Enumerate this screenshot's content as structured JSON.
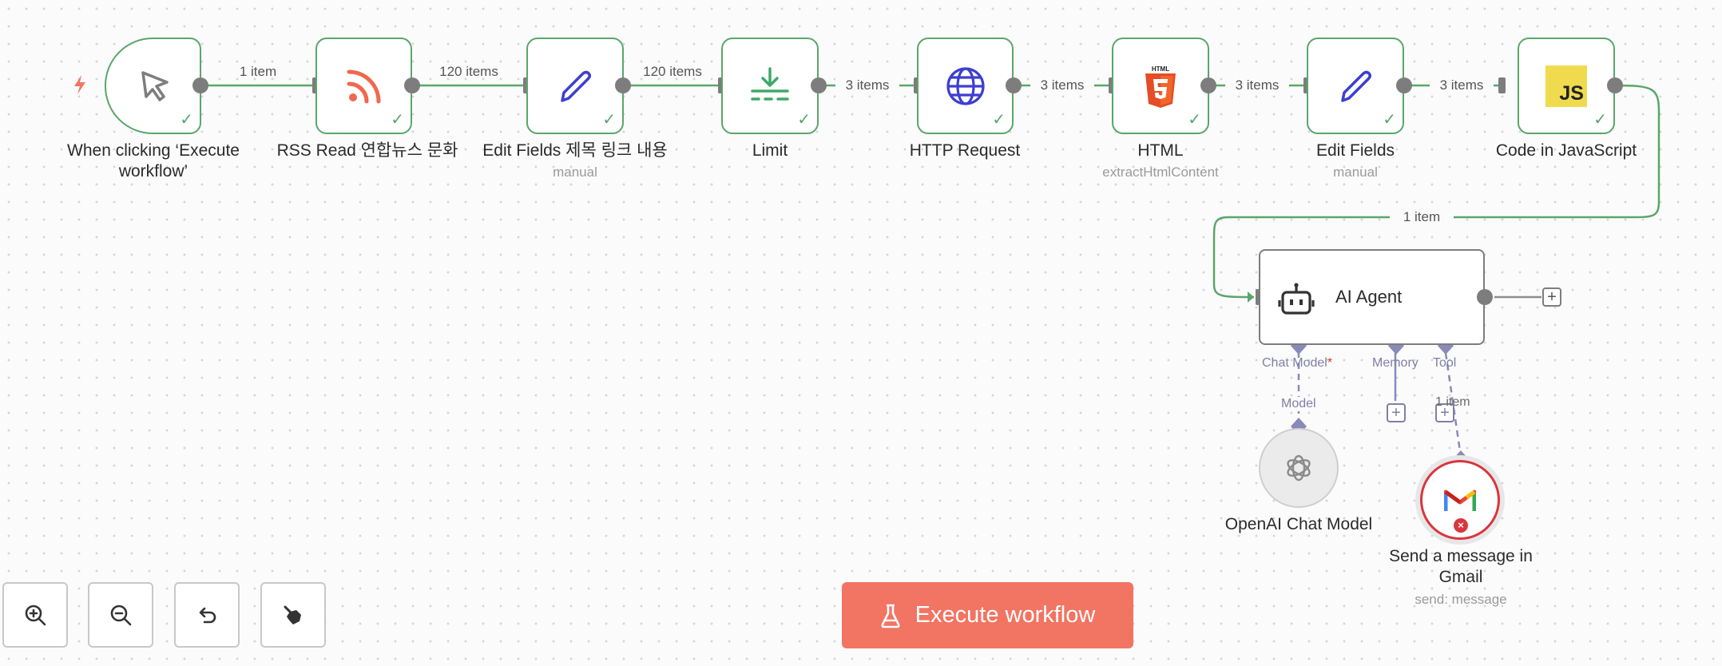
{
  "nodes": [
    {
      "id": "trigger",
      "label": "When clicking ‘Execute workflow’",
      "icon": "cursor-icon"
    },
    {
      "id": "rss",
      "label": "RSS Read 연합뉴스 문화",
      "icon": "rss-icon"
    },
    {
      "id": "edit1",
      "label": "Edit Fields 제목 링크 내용",
      "sublabel": "manual",
      "icon": "pencil-icon"
    },
    {
      "id": "limit",
      "label": "Limit",
      "icon": "limit-icon"
    },
    {
      "id": "http",
      "label": "HTTP Request",
      "icon": "globe-icon"
    },
    {
      "id": "html",
      "label": "HTML",
      "sublabel": "extractHtmlContent",
      "icon": "html5-icon"
    },
    {
      "id": "edit2",
      "label": "Edit Fields",
      "sublabel": "manual",
      "icon": "pencil-icon"
    },
    {
      "id": "code",
      "label": "Code in JavaScript",
      "icon": "js-icon"
    }
  ],
  "edges": [
    "1 item",
    "120 items",
    "120 items",
    "3 items",
    "3 items",
    "3 items",
    "3 items",
    "1 item"
  ],
  "agent": {
    "title": "AI Agent",
    "chat_model_label": "Chat Model",
    "required_mark": "*",
    "memory_label": "Memory",
    "tool_label": "Tool",
    "model_label": "Model",
    "tool_edge_label": "1 item"
  },
  "openai": {
    "label": "OpenAI Chat Model"
  },
  "gmail": {
    "label": "Send a message in Gmail",
    "sublabel": "send: message"
  },
  "html_badge": "HTML",
  "js_badge": "JS",
  "plus": "+",
  "execute_button": "Execute workflow",
  "colors": {
    "success": "#5aa66b",
    "accent": "#f27462",
    "handle": "#7d7d7d",
    "sub": "#8a8ab8",
    "error": "#d9363e"
  }
}
